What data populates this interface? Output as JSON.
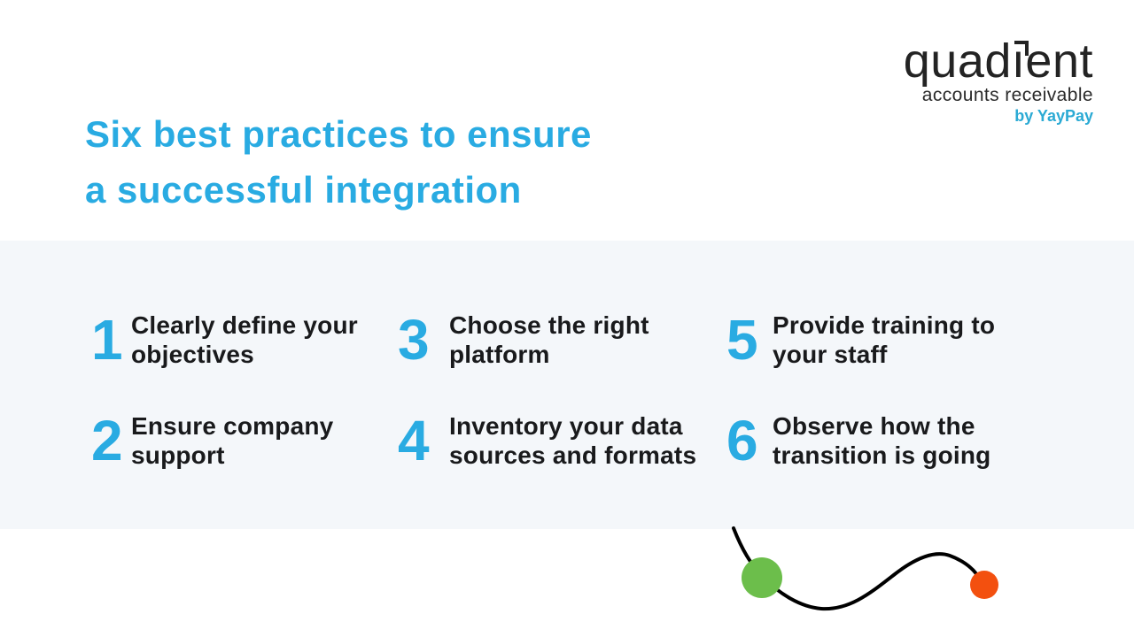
{
  "logo": {
    "name_prefix": "quad",
    "name_i_dotless": "ı",
    "name_suffix": "ent",
    "subtitle": "accounts receivable",
    "byline": "by YayPay",
    "name_color": "#232323",
    "byline_color": "#2BAAD4",
    "i_mark_icon": "corner-bracket-icon"
  },
  "title": {
    "text": "Six best practices to ensure\na successful integration",
    "color": "#29ABE2"
  },
  "practices": {
    "panel_background": "#F4F7FA",
    "number_color": "#29ABE2",
    "label_color": "#191A1C",
    "items": [
      {
        "number": "1",
        "label": "Clearly define your\nobjectives"
      },
      {
        "number": "2",
        "label": "Ensure company\nsupport"
      },
      {
        "number": "3",
        "label": "Choose the right\nplatform"
      },
      {
        "number": "4",
        "label": "Inventory your data\nsources and formats"
      },
      {
        "number": "5",
        "label": "Provide training to\nyour staff"
      },
      {
        "number": "6",
        "label": "Observe how the\ntransition is going"
      }
    ]
  },
  "decoration": {
    "wave_line": {
      "icon": "wave-line",
      "color": "#000000"
    },
    "green_dot": {
      "icon": "green-dot-icon",
      "color": "#6CBE4B"
    },
    "orange_dot": {
      "icon": "orange-dot-icon",
      "color": "#F3500F"
    }
  }
}
